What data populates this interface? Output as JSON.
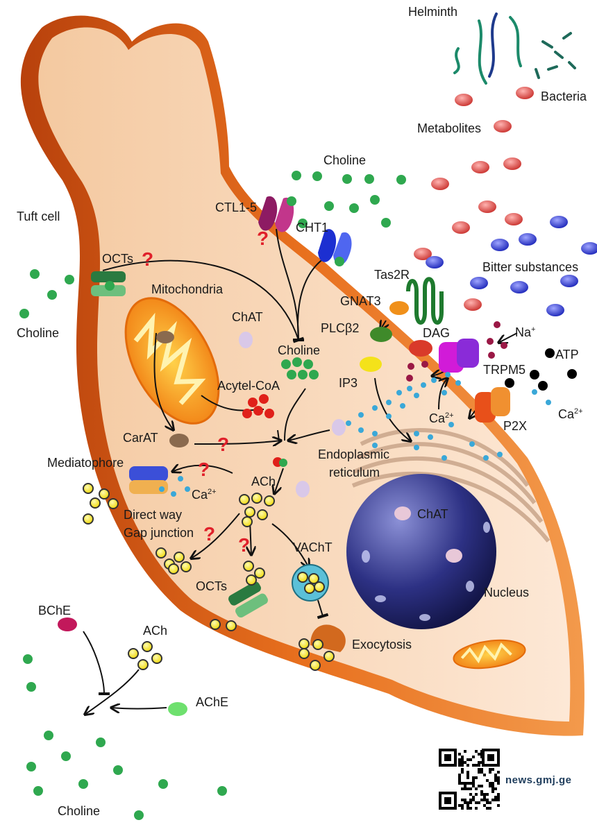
{
  "labels": {
    "helminth": "Helminth",
    "bacteria": "Bacteria",
    "metabolites": "Metabolites",
    "choline_top": "Choline",
    "tuft_cell": "Tuft cell",
    "ctl": "CTL1-5",
    "cht1": "CHT1",
    "octs_top": "OCTs",
    "mitochondria": "Mitochondria",
    "choline_left": "Choline",
    "chat_top": "ChAT",
    "choline_inner": "Choline",
    "acetyl_coa": "Acytel-CoA",
    "carat": "CarAT",
    "mediatophore": "Mediatophore",
    "ca_left": "Ca",
    "ach_inner": "ACh",
    "direct_way": "Direct way",
    "gap_junction": "Gap junction",
    "octs_bottom": "OCTs",
    "vacht": "VAChT",
    "exocytosis": "Exocytosis",
    "tas2r": "Tas2R",
    "gnat3": "GNAT3",
    "plcb2": "PLCβ2",
    "dag": "DAG",
    "ip3": "IP3",
    "na": "Na",
    "na_sup": "+",
    "atp": "ATP",
    "trpm5": "TRPM5",
    "ca_mid": "Ca",
    "ca_right": "Ca",
    "ca_sup": "2+",
    "p2x": "P2X",
    "bitter": "Bitter substances",
    "er_line1": "Endoplasmic",
    "er_line2": "reticulum",
    "chat_nucleus": "ChAT",
    "nucleus": "Nucleus",
    "bche": "BChE",
    "ach_outer": "ACh",
    "ache": "AChE",
    "choline_bottom": "Choline",
    "watermark": "news.gmj.ge",
    "question": "?"
  },
  "colors": {
    "cell_fill": "#fde6d4",
    "cell_edge": "#e8701e",
    "membrane_dark": "#c0440e",
    "choline": "#2fa84f",
    "ach": "#f4e21a",
    "metabolite": "#d9534f",
    "bitter": "#2633c8",
    "calcium": "#3aa8d8",
    "nucleus": "#2a2d6e",
    "question": "#e0202a"
  }
}
